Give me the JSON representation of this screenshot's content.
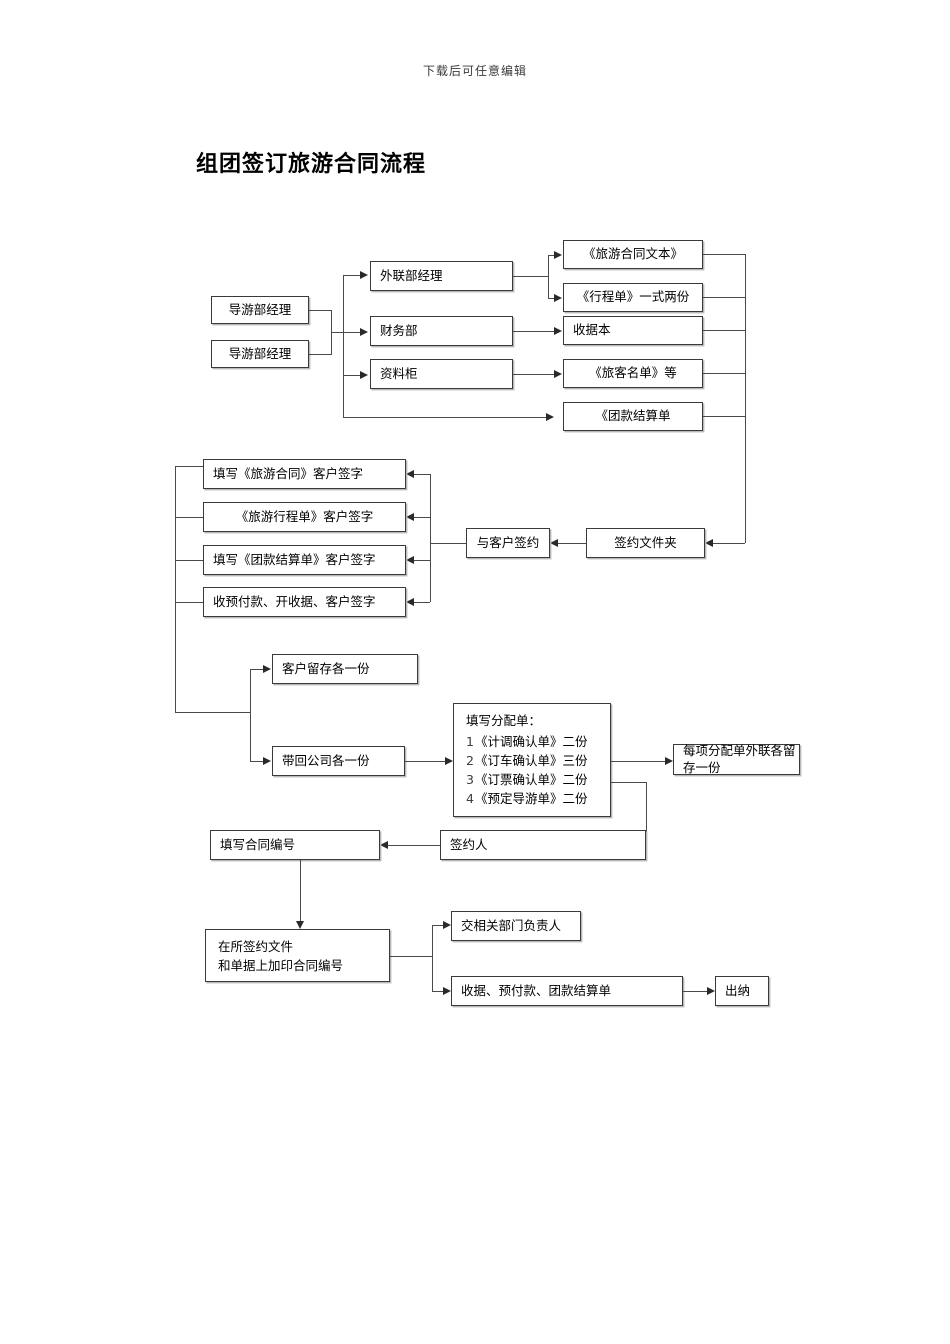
{
  "document": {
    "header_note": "下载后可任意编辑",
    "title": "组团签订旅游合同流程"
  },
  "flowchart": {
    "type": "process-flow-diagram",
    "stage1": {
      "sources": [
        {
          "id": "src1",
          "label": "导游部经理"
        },
        {
          "id": "src2",
          "label": "导游部经理"
        }
      ],
      "departments": [
        {
          "id": "dept1",
          "label": "外联部经理"
        },
        {
          "id": "dept2",
          "label": "财务部"
        },
        {
          "id": "dept3",
          "label": "资料柜"
        }
      ],
      "documents": [
        {
          "id": "doc1",
          "label": "《旅游合同文本》"
        },
        {
          "id": "doc2",
          "label": "《行程单》一式两份"
        },
        {
          "id": "doc3",
          "label": "收据本"
        },
        {
          "id": "doc4",
          "label": "《旅客名单》等"
        },
        {
          "id": "doc5",
          "label": "《团款结算单"
        }
      ]
    },
    "stage2": {
      "folder": {
        "id": "folder",
        "label": "签约文件夹"
      },
      "sign_with_client": {
        "id": "sign",
        "label": "与客户签约"
      },
      "signing_tasks": [
        {
          "id": "task1",
          "label": "填写《旅游合同》客户签字"
        },
        {
          "id": "task2",
          "label": "《旅游行程单》客户签字"
        },
        {
          "id": "task3",
          "label": "填写《团款结算单》客户签字"
        },
        {
          "id": "task4",
          "label": "收预付款、开收据、客户签字"
        }
      ]
    },
    "stage3": {
      "copies": [
        {
          "id": "copy1",
          "label": "客户留存各一份"
        },
        {
          "id": "copy2",
          "label": "带回公司各一份"
        }
      ],
      "allocation_form": {
        "id": "alloc",
        "heading": "填写分配单：",
        "items": [
          {
            "num": "1",
            "text": "《计调确认单》二份"
          },
          {
            "num": "2",
            "text": "《订车确认单》三份"
          },
          {
            "num": "3",
            "text": "《订票确认单》二份"
          },
          {
            "num": "4",
            "text": "《预定导游单》二份"
          }
        ]
      },
      "allocation_copy": {
        "id": "alloccopy",
        "label": "每项分配单外联各留存一份"
      }
    },
    "stage4": {
      "signer": {
        "id": "signer",
        "label": "签约人"
      },
      "contract_number": {
        "id": "cnum",
        "label": "填写合同编号"
      },
      "stamp": {
        "id": "stamp",
        "line1": "在所签约文件",
        "line2": "和单据上加印合同编号"
      },
      "outputs": [
        {
          "id": "out1",
          "label": "交相关部门负责人"
        },
        {
          "id": "out2",
          "label": "收据、预付款、团款结算单"
        }
      ],
      "cashier": {
        "id": "cashier",
        "label": "出纳"
      }
    }
  }
}
